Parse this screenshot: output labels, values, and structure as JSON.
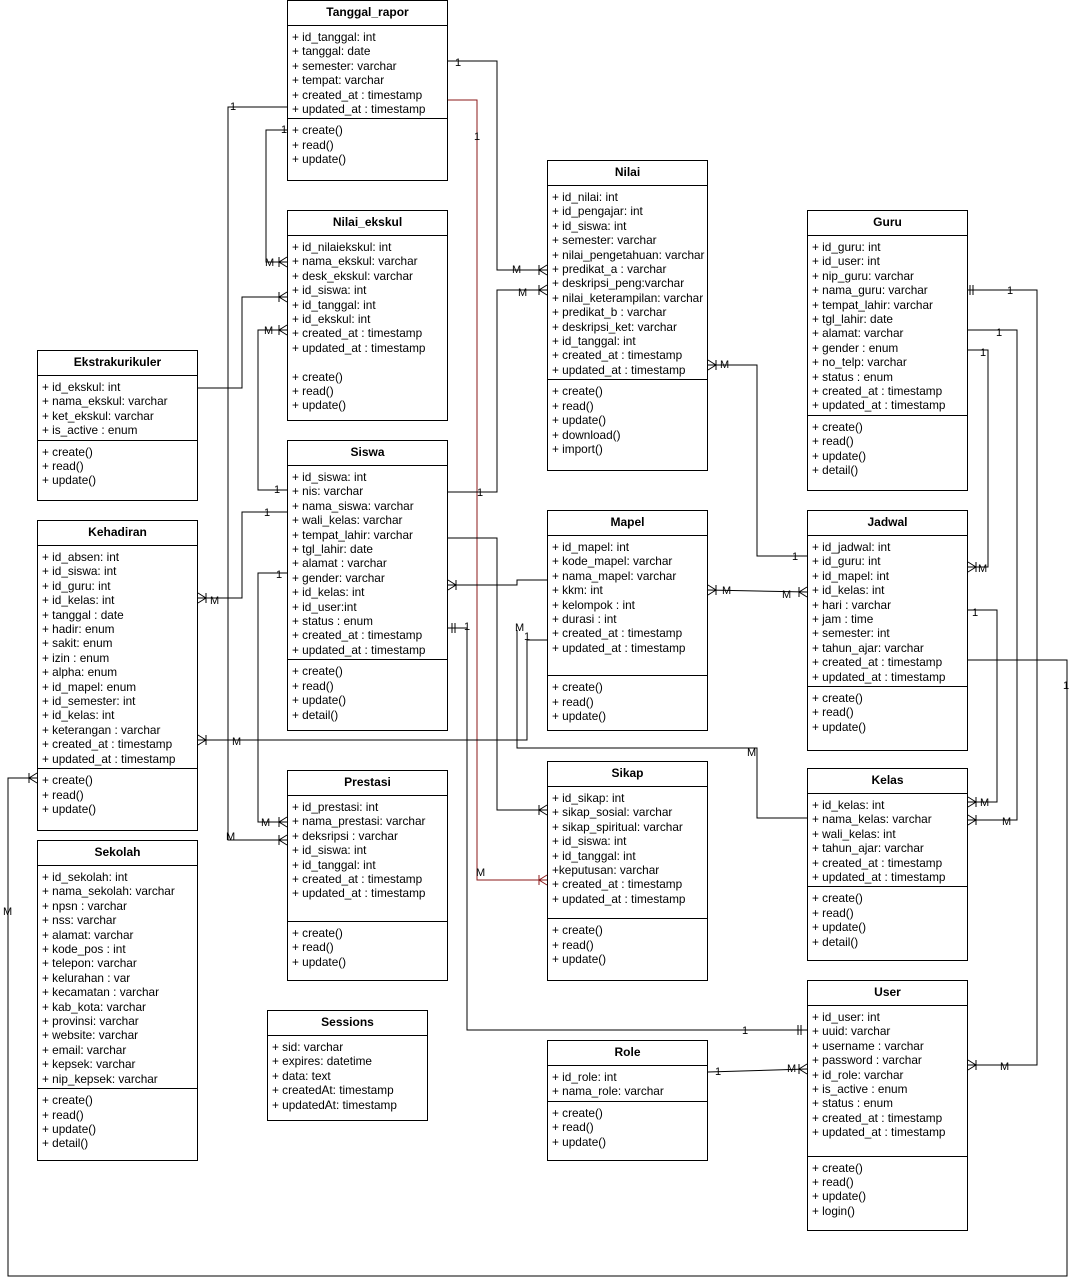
{
  "classes": {
    "tanggal_rapor": {
      "title": "Tanggal_rapor",
      "attrs": [
        "+ id_tanggal: int",
        "+ tanggal: date",
        "+ semester: varchar",
        "+ tempat: varchar",
        "+ created_at : timestamp",
        "+ updated_at : timestamp"
      ],
      "methods": [
        "+ create()",
        "+ read()",
        "+ update()"
      ]
    },
    "nilai_ekskul": {
      "title": "Nilai_ekskul",
      "attrs": [
        "+ id_nilaiekskul: int",
        "+ nama_ekskul: varchar",
        "+ desk_ekskul: varchar",
        "+ id_siswa: int",
        "+ id_tanggal: int",
        "+ id_ekskul: int",
        "+ created_at : timestamp",
        "+ updated_at : timestamp",
        "",
        "+ create()",
        "+ read()",
        "+ update()"
      ],
      "methods": []
    },
    "nilai": {
      "title": "Nilai",
      "attrs": [
        "+ id_nilai: int",
        "+ id_pengajar: int",
        "+ id_siswa: int",
        "+ semester: varchar",
        "+ nilai_pengetahuan: varchar",
        "+ predikat_a : varchar",
        "+ deskripsi_peng:varchar",
        "+ nilai_keterampilan: varchar",
        "+ predikat_b : varchar",
        "+ deskripsi_ket: varchar",
        "+ id_tanggal: int",
        "+ created_at : timestamp",
        "+ updated_at : timestamp"
      ],
      "methods": [
        "+ create()",
        "+ read()",
        "+ update()",
        "+ download()",
        "+ import()"
      ]
    },
    "guru": {
      "title": "Guru",
      "attrs": [
        "+ id_guru: int",
        "+ id_user: int",
        "+ nip_guru: varchar",
        "+ nama_guru: varchar",
        "+ tempat_lahir: varchar",
        "+ tgl_lahir: date",
        "+ alamat: varchar",
        "+ gender : enum",
        "+ no_telp: varchar",
        "+ status : enum",
        "+ created_at : timestamp",
        "+ updated_at : timestamp"
      ],
      "methods": [
        "+ create()",
        "+ read()",
        "+ update()",
        "+ detail()"
      ]
    },
    "ekstrakurikuler": {
      "title": "Ekstrakurikuler",
      "attrs": [
        "+ id_ekskul: int",
        "+ nama_ekskul: varchar",
        "+ ket_ekskul: varchar",
        "+ is_active : enum"
      ],
      "methods": [
        "+ create()",
        "+ read()",
        "+ update()"
      ]
    },
    "siswa": {
      "title": "Siswa",
      "attrs": [
        "+ id_siswa: int",
        "+ nis: varchar",
        "+ nama_siswa: varchar",
        "+ wali_kelas: varchar",
        "+ tempat_lahir: varchar",
        "+ tgl_lahir: date",
        "+ alamat : varchar",
        "+ gender: varchar",
        "+ id_kelas: int",
        "+ id_user:int",
        "+ status : enum",
        "+ created_at : timestamp",
        "+ updated_at : timestamp"
      ],
      "methods": [
        "+ create()",
        "+ read()",
        "+ update()",
        "+ detail()"
      ]
    },
    "kehadiran": {
      "title": "Kehadiran",
      "attrs": [
        "+ id_absen: int",
        "+ id_siswa: int",
        "+ id_guru: int",
        "+ id_kelas: int",
        "+ tanggal : date",
        "+ hadir: enum",
        "+ sakit: enum",
        "+ izin : enum",
        "+ alpha: enum",
        "+ id_mapel: enum",
        "+ id_semester: int",
        "+ id_kelas: int",
        "+ keterangan : varchar",
        "+ created_at : timestamp",
        "+ updated_at : timestamp"
      ],
      "methods": [
        "+ create()",
        "+ read()",
        "+ update()"
      ]
    },
    "mapel": {
      "title": "Mapel",
      "attrs": [
        "+ id_mapel: int",
        "+ kode_mapel: varchar",
        "+ nama_mapel: varchar",
        "+ kkm: int",
        "+ kelompok : int",
        "+ durasi : int",
        "+ created_at : timestamp",
        "+ updated_at : timestamp"
      ],
      "methods": [
        "+ create()",
        "+ read()",
        "+ update()"
      ]
    },
    "jadwal": {
      "title": "Jadwal",
      "attrs": [
        "+ id_jadwal: int",
        "+ id_guru: int",
        "+ id_mapel: int",
        "+ id_kelas: int",
        "+ hari    : varchar",
        "+ jam    : time",
        "+ semester: int",
        "+ tahun_ajar: varchar",
        "+ created_at : timestamp",
        "+ updated_at : timestamp"
      ],
      "methods": [
        "+ create()",
        "+ read()",
        "+ update()"
      ]
    },
    "prestasi": {
      "title": "Prestasi",
      "attrs": [
        "+ id_prestasi: int",
        "+ nama_prestasi: varchar",
        "+ deksripsi : varchar",
        "+ id_siswa: int",
        "+ id_tanggal: int",
        "+ created_at : timestamp",
        "+ updated_at : timestamp"
      ],
      "methods": [
        "+ create()",
        "+ read()",
        "+ update()"
      ]
    },
    "sikap": {
      "title": "Sikap",
      "attrs": [
        "+ id_sikap: int",
        "+ sikap_sosial: varchar",
        "+ sikap_spiritual: varchar",
        "+ id_siswa: int",
        "+ id_tanggal: int",
        "+keputusan: varchar",
        "+ created_at : timestamp",
        "+ updated_at : timestamp"
      ],
      "methods": [
        "+ create()",
        "+ read()",
        "+ update()"
      ]
    },
    "kelas": {
      "title": "Kelas",
      "attrs": [
        "+ id_kelas: int",
        "+ nama_kelas: varchar",
        "+ wali_kelas: int",
        "+ tahun_ajar: varchar",
        "+ created_at : timestamp",
        "+ updated_at : timestamp"
      ],
      "methods": [
        "+ create()",
        "+ read()",
        "+ update()",
        "+ detail()"
      ]
    },
    "sekolah": {
      "title": "Sekolah",
      "attrs": [
        "+ id_sekolah: int",
        "+ nama_sekolah: varchar",
        "+ npsn : varchar",
        "+ nss: varchar",
        "+ alamat: varchar",
        "+ kode_pos : int",
        "+ telepon: varchar",
        "+ kelurahan : var",
        "+ kecamatan : varchar",
        "+ kab_kota: varchar",
        "+ provinsi: varchar",
        "+ website: varchar",
        "+ email: varchar",
        "+ kepsek: varchar",
        "+ nip_kepsek: varchar"
      ],
      "methods": [
        "+ create()",
        "+ read()",
        "+ update()",
        "+ detail()"
      ]
    },
    "sessions": {
      "title": "Sessions",
      "attrs": [
        "+ sid: varchar",
        "+ expires: datetime",
        "+ data: text",
        "+ createdAt: timestamp",
        "+ updatedAt: timestamp"
      ],
      "methods": []
    },
    "role": {
      "title": "Role",
      "attrs": [
        "+ id_role: int",
        "+ nama_role: varchar"
      ],
      "methods": [
        "+ create()",
        "+ read()",
        "+ update()"
      ]
    },
    "user": {
      "title": "User",
      "attrs": [
        "+ id_user: int",
        "+ uuid: varchar",
        "+ username : varchar",
        "+ password : varchar",
        "+ id_role: varchar",
        "+ is_active : enum",
        "+ status : enum",
        "+ created_at : timestamp",
        "+ updated_at : timestamp"
      ],
      "methods": [
        "+ create()",
        "+ read()",
        "+ update()",
        "+ login()"
      ]
    }
  },
  "multiplicity": {
    "one": "1",
    "many": "M"
  },
  "colors": {
    "line": "#000000",
    "accent_line": "#8b1a1a"
  }
}
